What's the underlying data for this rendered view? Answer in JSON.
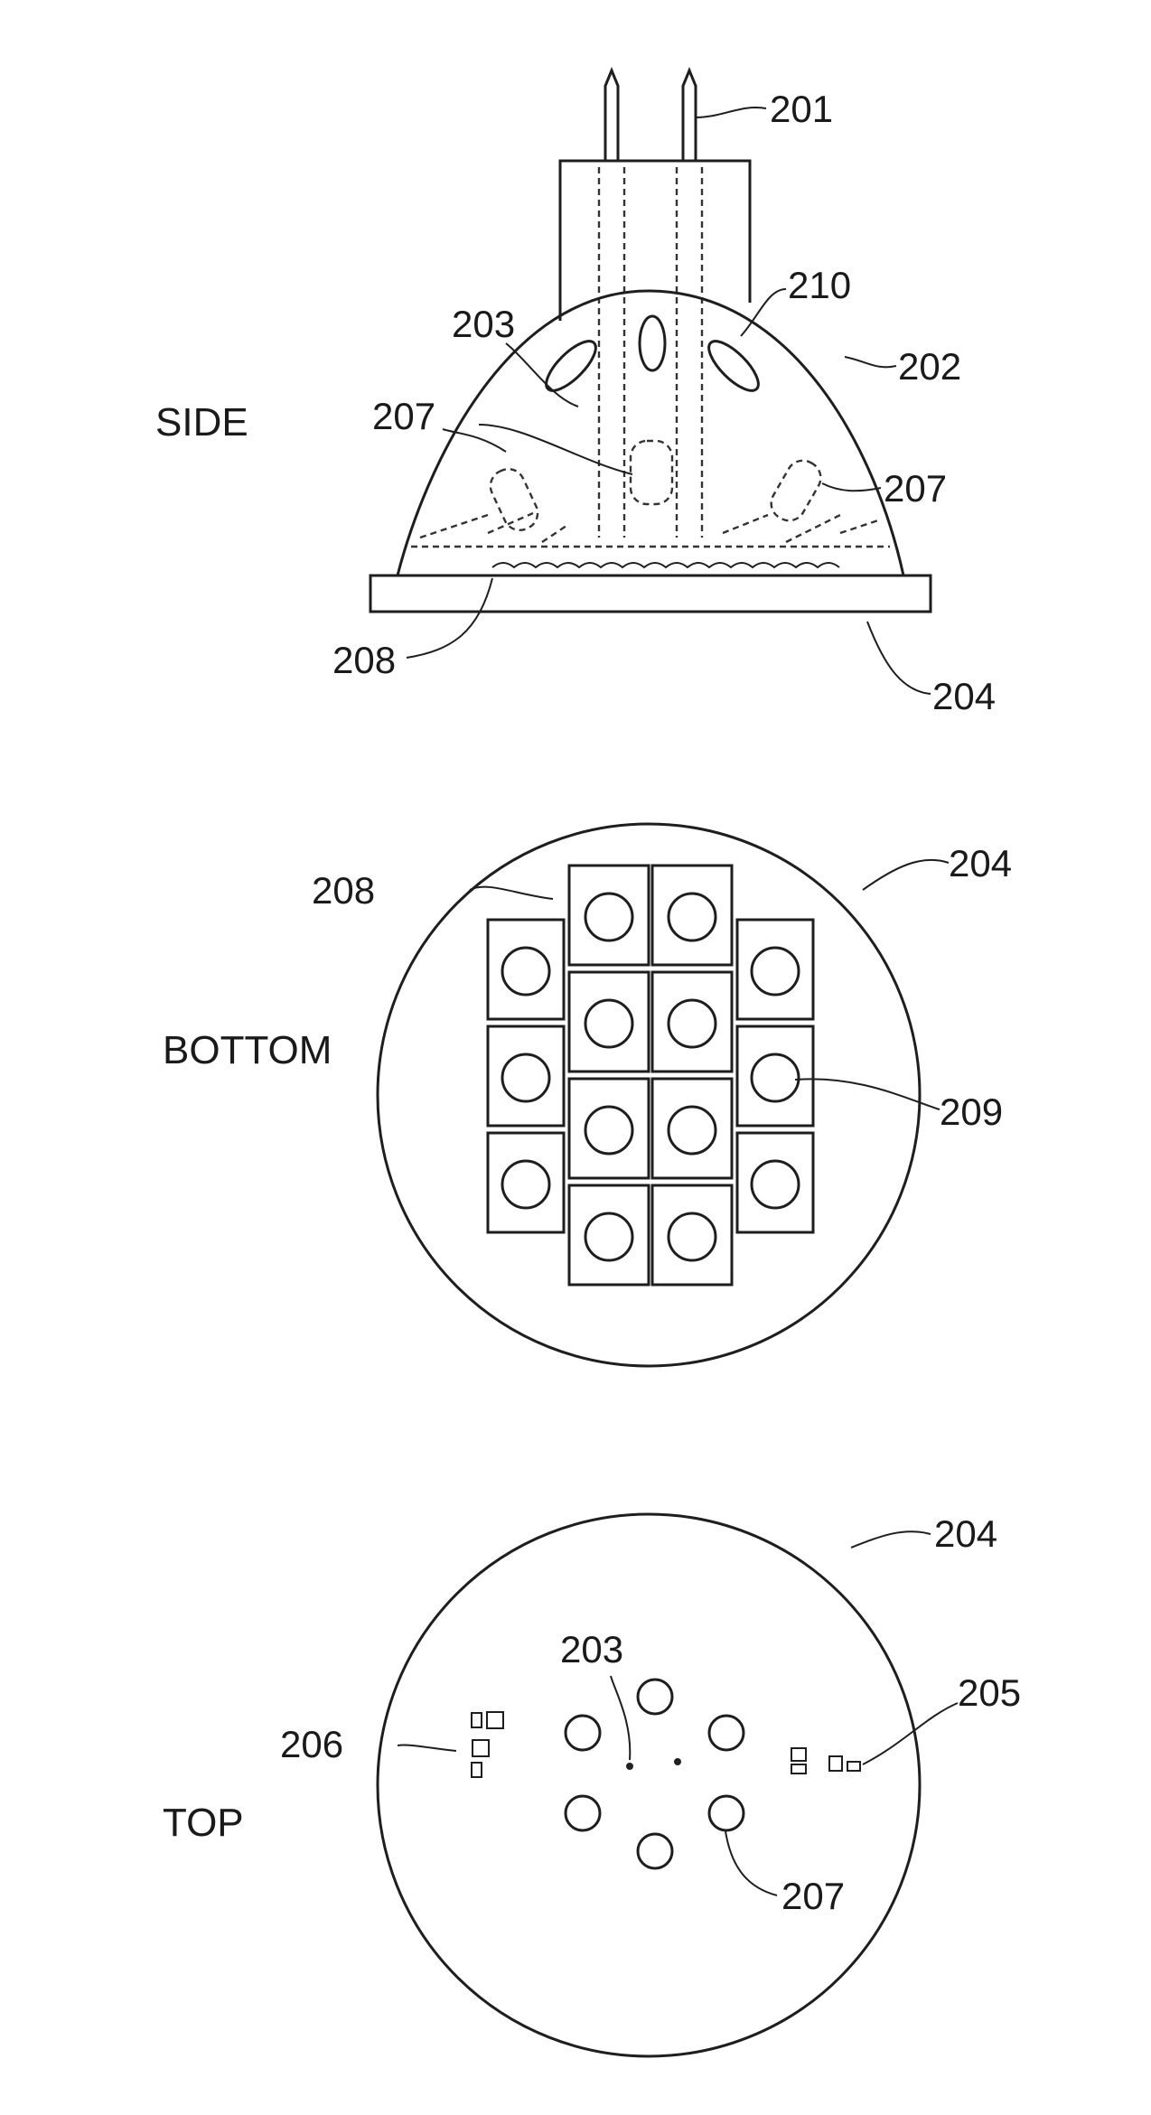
{
  "views": {
    "side": "SIDE",
    "bottom": "BOTTOM",
    "top": "TOP"
  },
  "side_refs": {
    "r201": "201",
    "r210": "210",
    "r203": "203",
    "r202": "202",
    "r207_left": "207",
    "r207_right": "207",
    "r208": "208",
    "r204": "204"
  },
  "bottom_refs": {
    "r208": "208",
    "r204": "204",
    "r209": "209"
  },
  "top_refs": {
    "r204": "204",
    "r203": "203",
    "r206": "206",
    "r205": "205",
    "r207": "207"
  }
}
